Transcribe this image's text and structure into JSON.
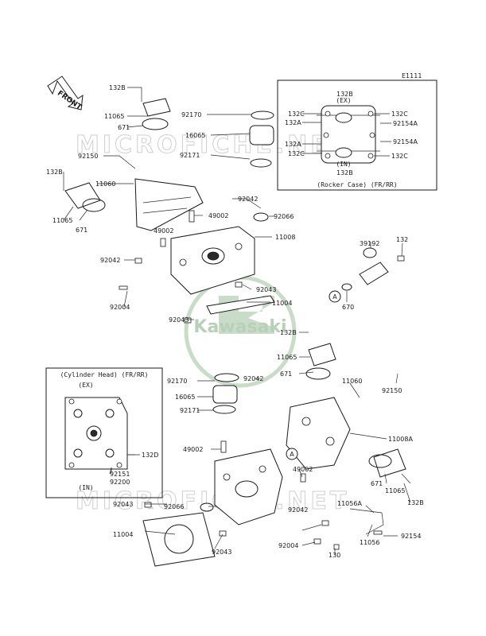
{
  "diagram_code": "E1111",
  "front_label": "FRONT",
  "watermarks": [
    "MICROFICHE.NET",
    "MICROFICHE.NET"
  ],
  "logo_text": "Kawasaki",
  "colors": {
    "line": "#1a1a1a",
    "watermark": "#cfcfcf",
    "logo": "#c8dcc8"
  },
  "insets": {
    "rocker_case": {
      "caption": "(Rocker Case) (FR/RR)",
      "top_note": "(EX)",
      "bottom_note": "(IN)"
    },
    "cylinder_head": {
      "caption": "(Cylinder Head) (FR/RR)",
      "top_note": "(EX)",
      "bottom_note": "(IN)"
    }
  },
  "ref_marker": "A",
  "labels": {
    "l132b_1": "132B",
    "l11065_1": "11065",
    "l671_1": "671",
    "l92150_1": "92150",
    "l132b_2": "132B",
    "l11060_1": "11060",
    "l11065_2": "11065",
    "l671_2": "671",
    "l92170_1": "92170",
    "l16065_1": "16065",
    "l92171_1": "92171",
    "l92042_1": "92042",
    "l49002_1": "49002",
    "l49002_2": "49002",
    "l92066_1": "92066",
    "l11008_1": "11008",
    "l92042_2": "92042",
    "l92004_1": "92004",
    "l92043_1": "92043",
    "l11004_1": "11004",
    "l92043_2": "92043",
    "r132b_top": "132B",
    "r132c_1": "132C",
    "r132a_1": "132A",
    "r132a_2": "132A",
    "r132c_2": "132C",
    "r132b_bot": "132B",
    "r132c_3": "132C",
    "r92154a_1": "92154A",
    "r92154a_2": "92154A",
    "r132c_4": "132C",
    "l39192": "39192",
    "l132": "132",
    "l670": "670",
    "l132b_3": "132B",
    "l11065_3": "11065",
    "l671_3": "671",
    "l11060_2": "11060",
    "l92150_2": "92150",
    "l92042_3": "92042",
    "l92170_2": "92170",
    "l16065_2": "16065",
    "l92171_2": "92171",
    "l11008a": "11008A",
    "l49002_3": "49002",
    "l49002_4": "49002",
    "l92043_3": "92043",
    "l92066_2": "92066",
    "l11004_2": "11004",
    "l92043_4": "92043",
    "l92042_4": "92042",
    "l11056a": "11056A",
    "l11065_4": "11065",
    "l671_4": "671",
    "l132b_4": "132B",
    "l92154": "92154",
    "l11056": "11056",
    "l92004_2": "92004",
    "l130": "130",
    "c132d": "132D",
    "c92151": "92151",
    "c92200": "92200"
  }
}
